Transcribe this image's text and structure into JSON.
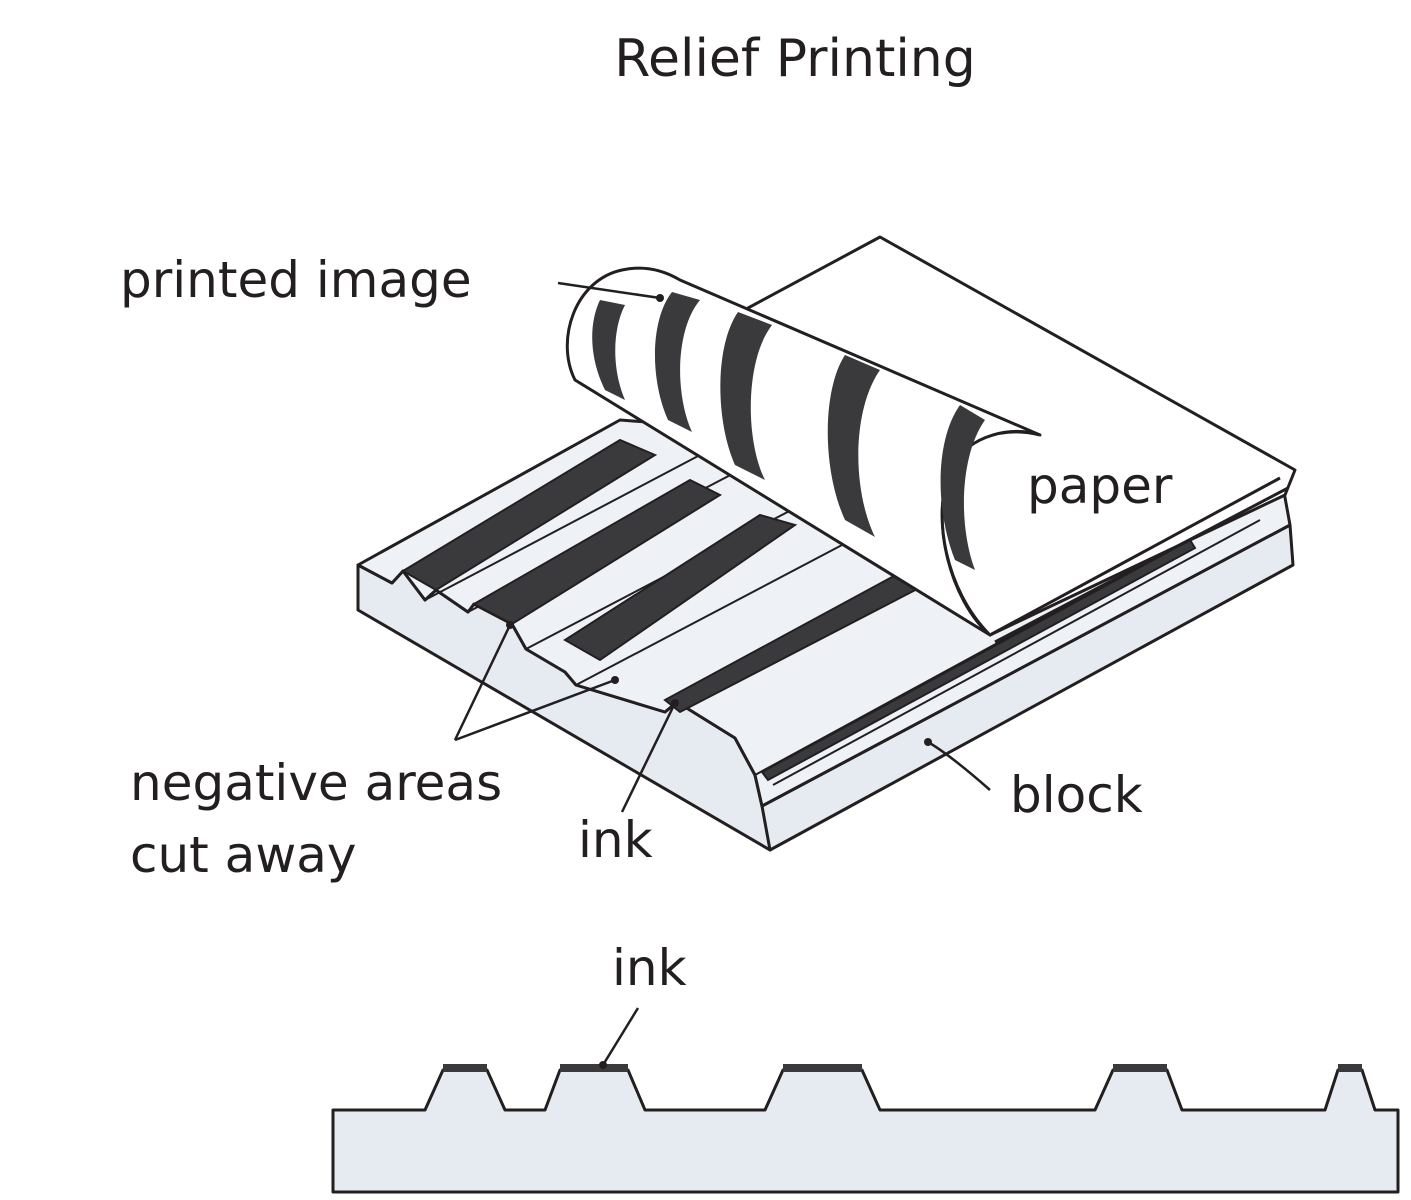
{
  "title": "Relief Printing",
  "labels": {
    "printed_image": "printed image",
    "paper": "paper",
    "negative_line1": "negative areas",
    "negative_line2": "cut away",
    "ink_top": "ink",
    "block": "block",
    "ink_bottom": "ink"
  },
  "colors": {
    "block_fill": "#e6ebf2",
    "ink": "#3a3a3c",
    "outline": "#231f20",
    "paper": "#ffffff"
  }
}
